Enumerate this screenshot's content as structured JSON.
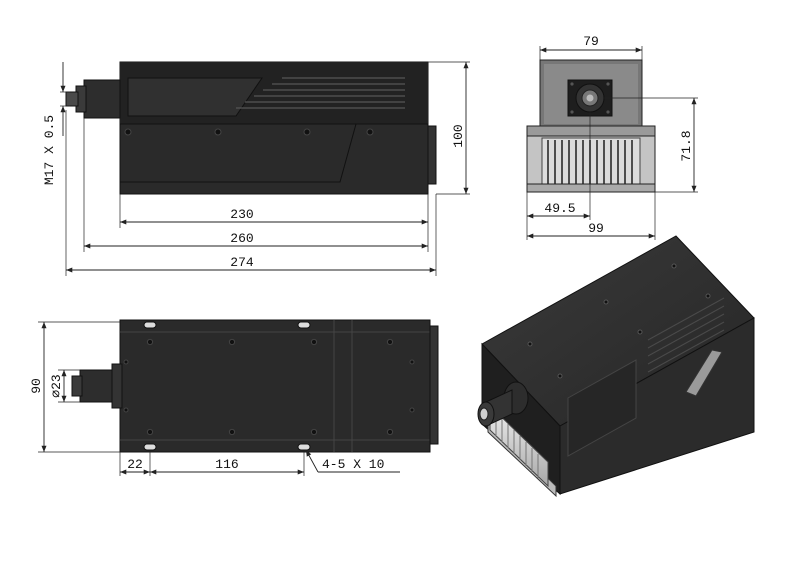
{
  "dimensions": {
    "side": {
      "thread": "M17 X 0.5",
      "height": "100",
      "body_length": "230",
      "mid_length": "260",
      "total_length": "274"
    },
    "front": {
      "width_top": "79",
      "center_height": "71.8",
      "center_offset": "49.5",
      "width_base": "99"
    },
    "top": {
      "width": "90",
      "diameter": "∅23",
      "hole_offset": "22",
      "hole_pitch": "116",
      "holes": "4-5 X 10"
    }
  },
  "colors": {
    "body": "#2b2b2b",
    "body_dark": "#1c1c1c",
    "heatsink": "#c9c9c9",
    "dimension_line": "#222222"
  }
}
